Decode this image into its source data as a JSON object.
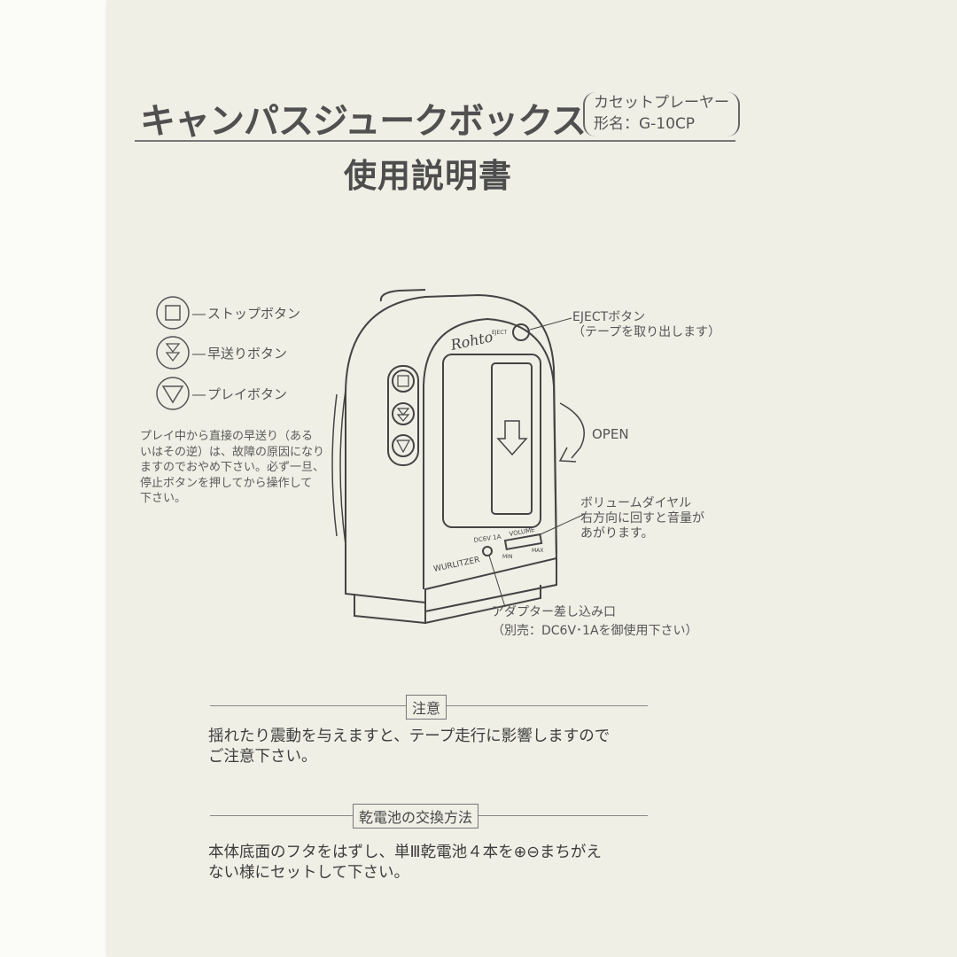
{
  "header": {
    "title": "キャンパスジュークボックス",
    "product_type": "カセットプレーヤー",
    "model": "形名：G-10CP",
    "subtitle": "使用説明書"
  },
  "button_legend": [
    {
      "icon": "stop-square-icon",
      "label": "ストップボタン"
    },
    {
      "icon": "fast-forward-double-triangle-icon",
      "label": "早送りボタン"
    },
    {
      "icon": "play-triangle-icon",
      "label": "プレイボタン"
    }
  ],
  "warning_lines": [
    "プレイ中から直接の早送り（ある",
    "いはその逆）は、故障の原因になり",
    "ますのでおやめ下さい。必ず一旦、",
    "停止ボタンを押してから操作して",
    "下さい。"
  ],
  "device_markings": {
    "brand": "Rohto",
    "eject": "EJECT",
    "maker": "WURLITZER",
    "power": "DC6V 1A",
    "volume": "VOLUME",
    "min": "MIN",
    "max": "MAX"
  },
  "callouts": {
    "eject": [
      "EJECTボタン",
      "（テープを取り出します）"
    ],
    "open": "OPEN",
    "volume": [
      "ボリュームダイヤル",
      "右方向に回すと音量が",
      "あがります。"
    ],
    "adapter": [
      "アダプター差し込み口",
      "（別売：DC6V･1Aを御使用下さい）"
    ]
  },
  "sections": [
    {
      "heading": "注意",
      "lines": [
        "揺れたり震動を与えますと、テープ走行に影響しますので",
        "ご注意下さい。"
      ]
    },
    {
      "heading": "乾電池の交換方法",
      "lines": [
        "本体底面のフタをはずし、単Ⅲ乾電池４本を⊕⊖まちがえ",
        "ない様にセットして下さい。"
      ]
    }
  ]
}
